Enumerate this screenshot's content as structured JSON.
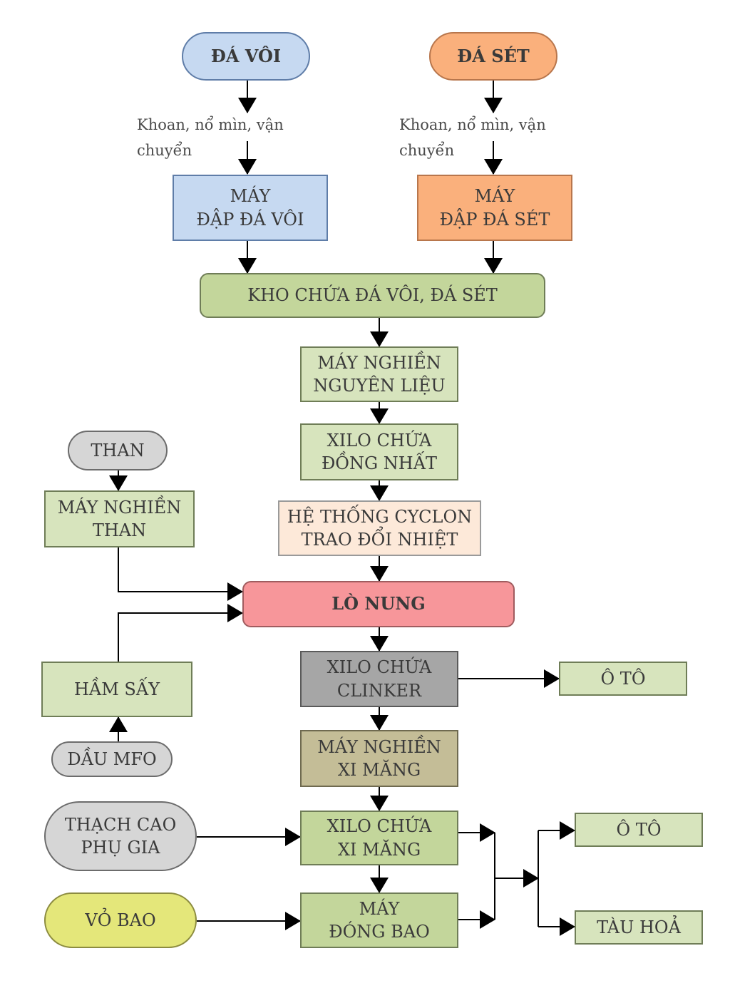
{
  "nodes": {
    "da_voi": "ĐÁ VÔI",
    "da_set": "ĐÁ SÉT",
    "note_left": "Khoan, nổ mìn, vận\nchuyển",
    "note_right": "Khoan, nổ mìn, vận\nchuyển",
    "may_dap_da_voi": "MÁY\nĐẬP ĐÁ VÔI",
    "may_dap_da_set": "MÁY\nĐẬP ĐÁ SÉT",
    "kho_chua": "KHO CHỨA ĐÁ VÔI, ĐÁ SÉT",
    "may_nghien_nguyen_lieu": "MÁY NGHIỀN\nNGUYÊN LIỆU",
    "xilo_dong_nhat": "XILO CHỨA\nĐỒNG NHẤT",
    "than": "THAN",
    "may_nghien_than": "MÁY NGHIỀN\nTHAN",
    "cyclon": "HỆ THỐNG CYCLON\nTRAO ĐỔI NHIỆT",
    "lo_nung": "LÒ NUNG",
    "ham_say": "HẦM SẤY",
    "xilo_clinker": "XILO CHỨA\nCLINKER",
    "o_to_1": "Ô TÔ",
    "dau_mfo": "DẦU MFO",
    "may_nghien_xi_mang": "MÁY NGHIỀN\nXI MĂNG",
    "thach_cao": "THẠCH CAO\nPHỤ GIA",
    "xilo_xi_mang": "XILO CHỨA\nXI MĂNG",
    "o_to_2": "Ô TÔ",
    "vo_bao": "VỎ BAO",
    "may_dong_bao": "MÁY\nĐÓNG BAO",
    "tau_hoa": "TÀU HOẢ"
  },
  "colors": {
    "blue": "#c6d9f1",
    "orange": "#fab07c",
    "green": "#d7e4bd",
    "peach": "#fde9d9",
    "red": "#f7969a",
    "gray": "#d6d6d6",
    "dark_gray": "#a6a6a6",
    "olive": "#c4bd97",
    "yellow": "#e4e77a",
    "line": "#000000"
  }
}
